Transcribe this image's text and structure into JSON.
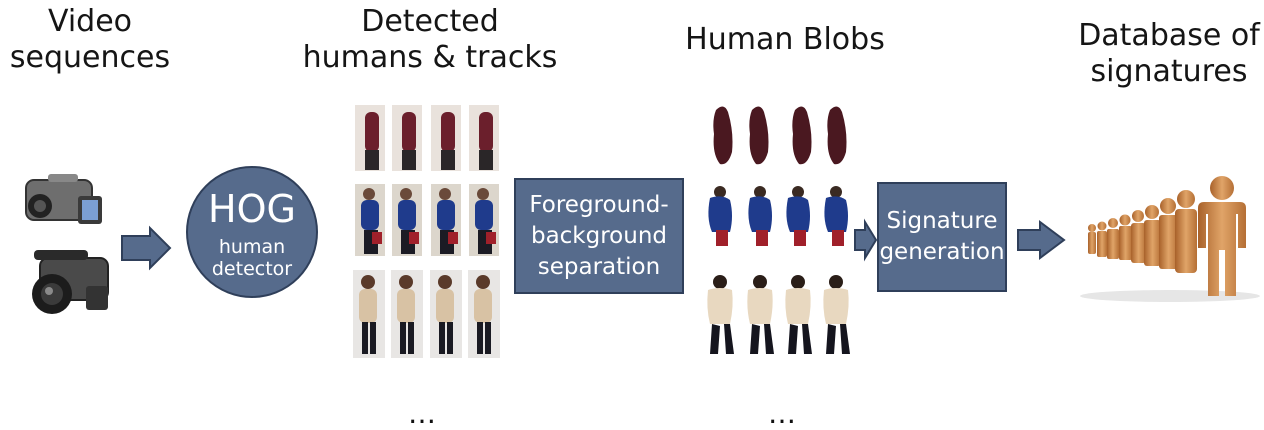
{
  "stages": {
    "video": "Video\nsequences",
    "detected": "Detected\nhumans & tracks",
    "blobs": "Human Blobs",
    "database": "Database of\nsignatures"
  },
  "hog": {
    "title": "HOG",
    "subtitle": "human\ndetector"
  },
  "boxes": {
    "foreground": "Foreground-\nbackground\nseparation",
    "signature": "Signature\ngeneration"
  },
  "ellipsis": {
    "tracks": "…",
    "blobs": "…"
  },
  "colors": {
    "box_fill": "#566b8c",
    "box_border": "#2f3f5a",
    "figure_orange": "#d4945a",
    "track_maroon": "#6b1f2c",
    "track_blue": "#1f3b8c",
    "track_beige": "#d8c2a4"
  },
  "icons": [
    "camcorder-icon",
    "pro-camera-icon",
    "human-figures-icon"
  ]
}
